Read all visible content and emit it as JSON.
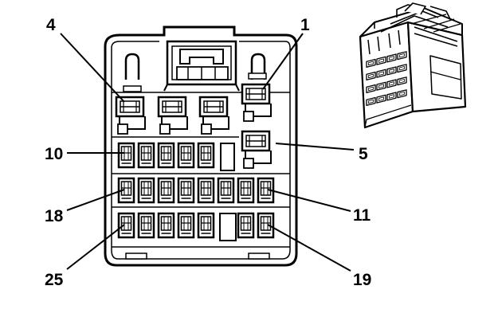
{
  "colors": {
    "ink": "#000000",
    "background": "#ffffff"
  },
  "pin_labels": {
    "p4": "4",
    "p1": "1",
    "p10": "10",
    "p5": "5",
    "p18": "18",
    "p11": "11",
    "p25": "25",
    "p19": "19"
  }
}
